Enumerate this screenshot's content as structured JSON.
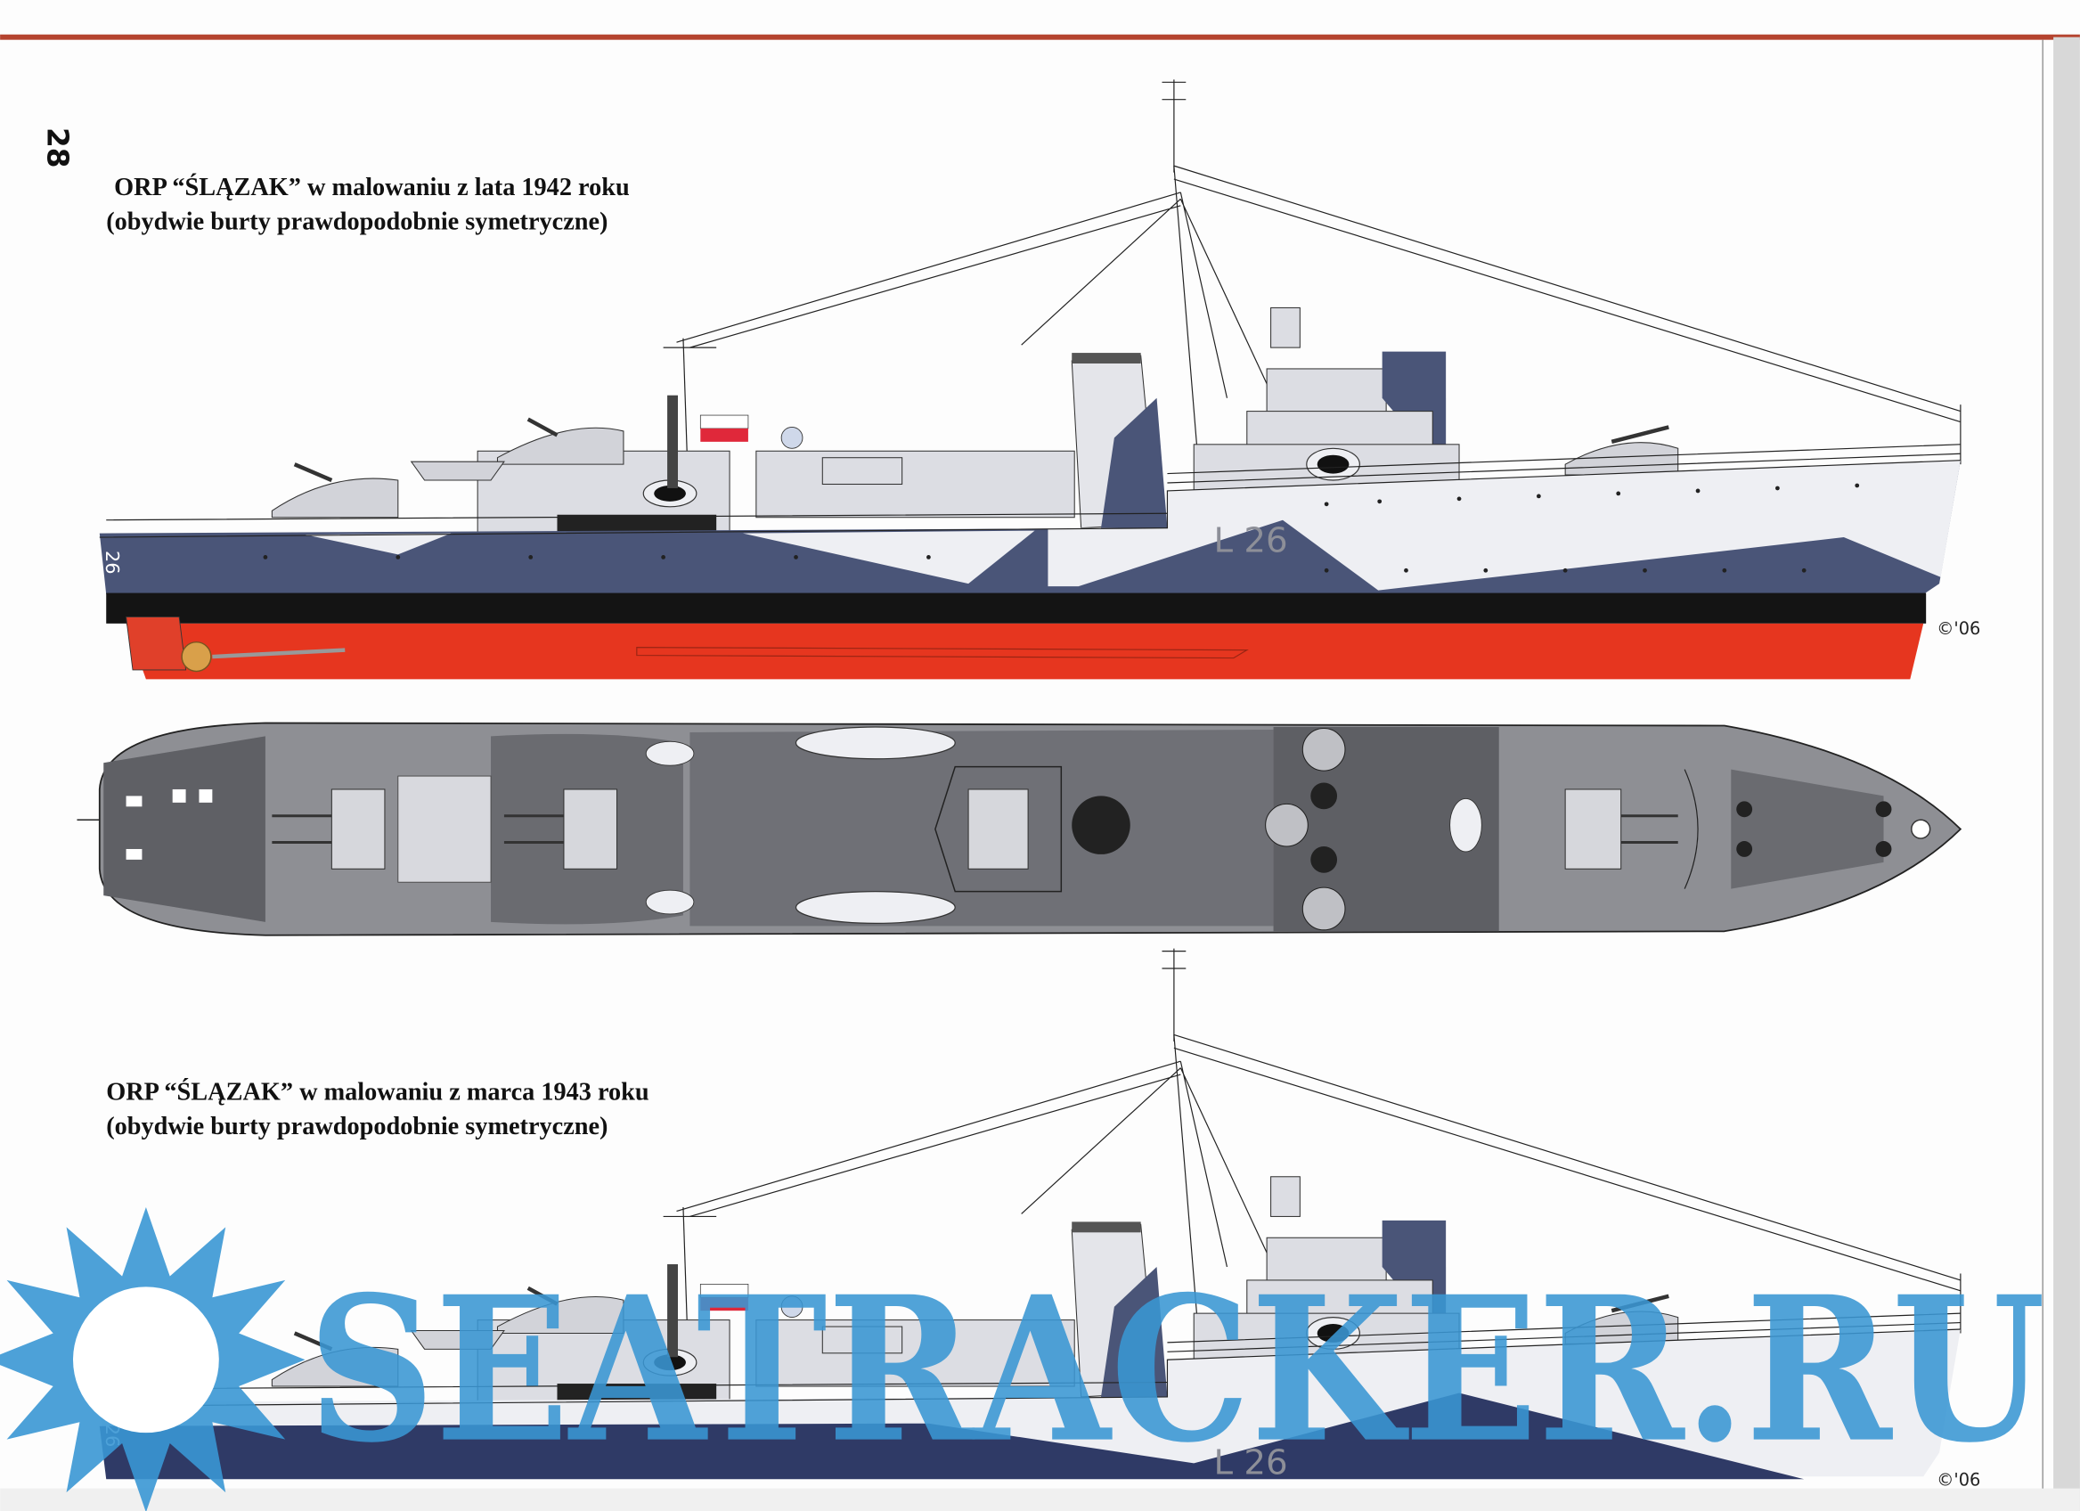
{
  "page_number": "28",
  "sections": [
    {
      "title": "ORP “ŚLĄZAK” w malowaniu z lata 1942  roku",
      "subtitle": "(obydwie burty prawdopodobnie symetryczne)",
      "hull_code": "L 26",
      "bow_number": "26",
      "signature": "©'06"
    },
    {
      "title": "ORP “ŚLĄZAK” w malowaniu z marca 1943  roku",
      "subtitle": "(obydwie burty prawdopodobnie symetryczne)",
      "hull_code": "L 26",
      "bow_number": "26",
      "signature": "©'06"
    }
  ],
  "watermark": "SEATRACKER.RU",
  "colors": {
    "camo_blue": "#4a5578",
    "camo_white": "#eeeff3",
    "boot_top": "#141414",
    "antifouling_red": "#e6361f",
    "deck_grey": "#8e8f94",
    "watermark_blue": "#3a97d4"
  }
}
